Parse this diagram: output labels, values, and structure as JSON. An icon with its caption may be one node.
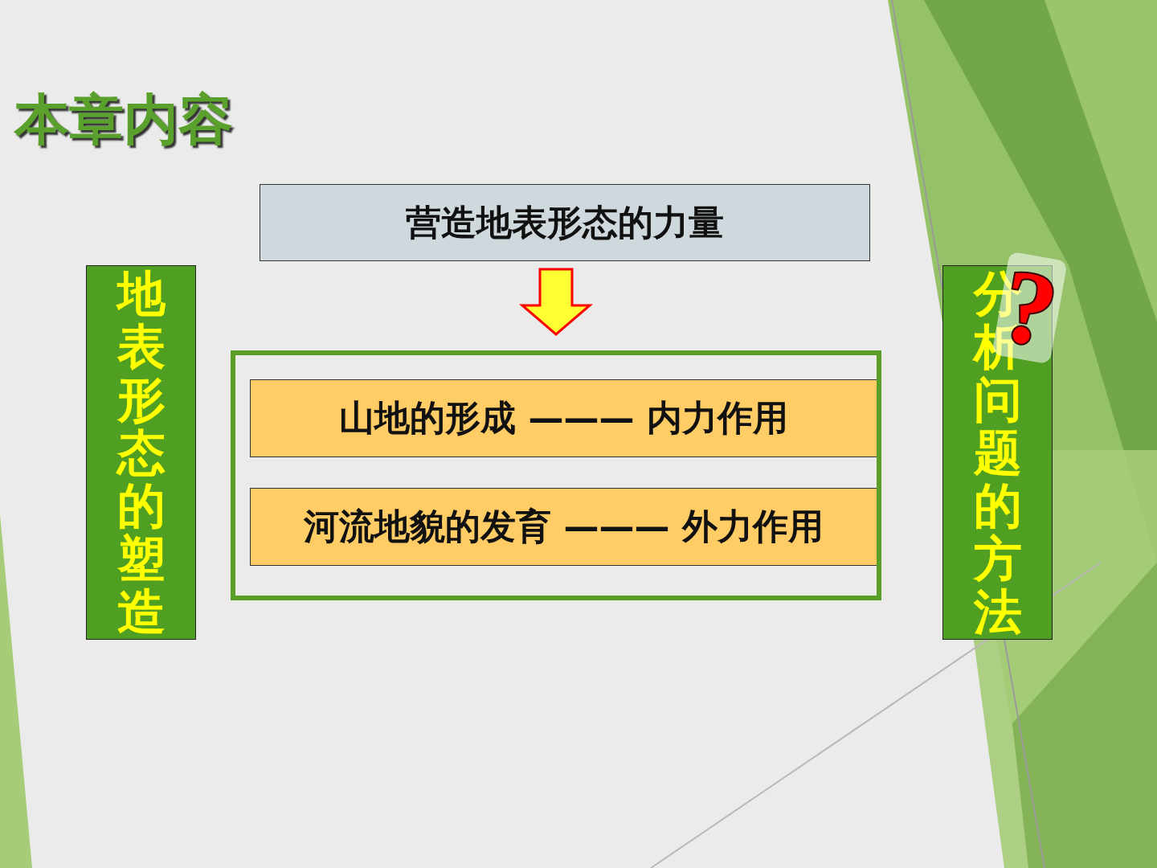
{
  "diagram": {
    "title": "本章内容",
    "nodes": [
      {
        "text": [
          "营造地表形态的力量"
        ]
      },
      {
        "text": [],
        "shape": "box"
      },
      {
        "text": [
          "山地的形成 ——— 内力作用"
        ],
        "in": 1
      },
      {
        "text": [
          "河流地貌的发育 ——— 外力作用"
        ],
        "in": 1
      },
      {
        "text": [
          "地表形态的塑造"
        ]
      },
      {
        "text": [
          "分析问题的方法"
        ]
      }
    ],
    "edges": [
      {
        "from": 0,
        "to": 1,
        "arrow": "to"
      }
    ],
    "labels": [
      "?"
    ]
  }
}
